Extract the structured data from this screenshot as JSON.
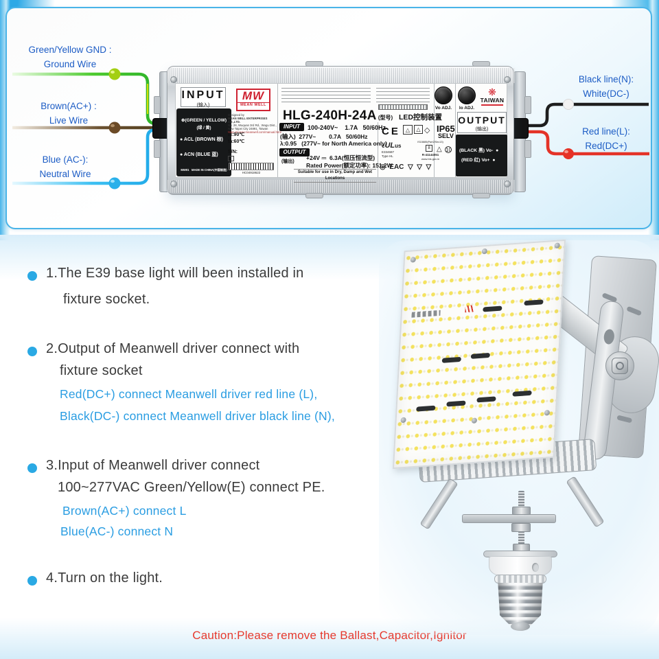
{
  "wiring": {
    "left_labels": [
      {
        "l1": "Green/Yellow GND :",
        "l2": "Ground Wire"
      },
      {
        "l1": "Brown(AC+)  :",
        "l2": "Live Wire"
      },
      {
        "l1": "Blue (AC-):",
        "l2": "Neutral Wire"
      }
    ],
    "right_labels": [
      {
        "l1": "Black line(N):",
        "l2": "White(DC-)"
      },
      {
        "l1": "Red line(L):",
        "l2": "Red(DC+)"
      }
    ]
  },
  "driver": {
    "input_panel": {
      "title": "INPUT",
      "title_cn": "(输入)",
      "ground": "⊕(GREEN / YELLOW)",
      "ground_cn": "(绿 / 黄)",
      "live": "● ACL (BROWN 棕)",
      "neutral": "● ACN (BLUE 蓝)",
      "made": "MW01   MADE IN CHINA(中国制造)"
    },
    "logo": {
      "mw": "MW",
      "name": "MEAN WELL"
    },
    "designed": [
      "Designed by",
      "MEAN WELL ENTERPRISES CO.,LTD.",
      "No. 28, Wuquan 3rd Rd., Wugu Dist.,",
      "New Taipei City 24891, Taiwan",
      "Manual:www.meanwell.com/manual.html"
    ],
    "tc": "tc:90℃",
    "ta": "ta:60℃",
    "sn_label": "S/N:",
    "sn": "HC04918622",
    "model": "HLG-240H-24A",
    "model_cn": " (型号)",
    "model_type": "   LED控制装置",
    "spec_input_title": "INPUT",
    "input_row1": "100-240V~    1.7A   50/60Hz",
    "input_row2": "(输入)  277V~        0.7A   50/60Hz",
    "input_row3": "λ:0.95   (277V~ for North America only)",
    "spec_output_title": "OUTPUT",
    "output_cn": "(输出)",
    "output_row1": "+24V ⎓  6.3A(恒压恒流型)",
    "output_row2": "Rated Power(额定功率): 151.2W",
    "suitable": "Suitable for use in Dry, Damp and Wet Locations",
    "ce": "CE",
    "mark_triangle": "△",
    "mark_diamond": "◇",
    "ip": "IP65",
    "selv": "SELV",
    "ul_c": "c",
    "ul": "UL",
    "ul_us": "us",
    "ul_file": "E334687",
    "ul_type": "Type HL",
    "bis_std": "IS15885(Part2/Sec13)",
    "bis_reg": "R-41144051",
    "bis_web": "www.bis.gov.in",
    "cert_row_glyphs": "◎  EAC  ▽  ▽  ▽",
    "vo_adj": "Vo ADJ.",
    "io_adj": "Io ADJ.",
    "taiwan_flower": "❋",
    "taiwan": "TAIWAN",
    "output_panel": {
      "title": "OUTPUT",
      "title_cn": "(输出)",
      "black": "(BLACK 黑) Vo-  ●",
      "red": "(RED 红) Vo+  ●"
    }
  },
  "instructions": {
    "items": [
      {
        "main": [
          "1.The E39 base light will been installed in",
          "fixture socket."
        ],
        "sub": []
      },
      {
        "main": [
          "2.Output of Meanwell driver connect with",
          "fixture socket"
        ],
        "sub": [
          "Red(DC+) connect Meanwell driver red line (L),",
          "Black(DC-) connect Meanwell driver black line (N),"
        ]
      },
      {
        "main": [
          "3.Input of Meanwell driver connect",
          "100~277VAC Green/Yellow(E) connect PE."
        ],
        "sub": [
          "Brown(AC+) connect L",
          "Blue(AC-) connect N"
        ]
      },
      {
        "main": [
          "4.Turn on the light."
        ],
        "sub": []
      }
    ]
  },
  "caution": "Caution:Please remove the Ballast,Capacitor,Ignitor",
  "colors": {
    "frame_cyan": "#49b4e8",
    "label_blue": "#1c5cc5",
    "sub_cyan": "#2a9de2",
    "caution_red": "#e6392d",
    "wire_green": "#33bf2e",
    "wire_brown": "#5c4526",
    "wire_blue": "#27b0ec",
    "wire_black": "#1e1e1e",
    "wire_red": "#e43328",
    "logo_red": "#ce2130"
  }
}
